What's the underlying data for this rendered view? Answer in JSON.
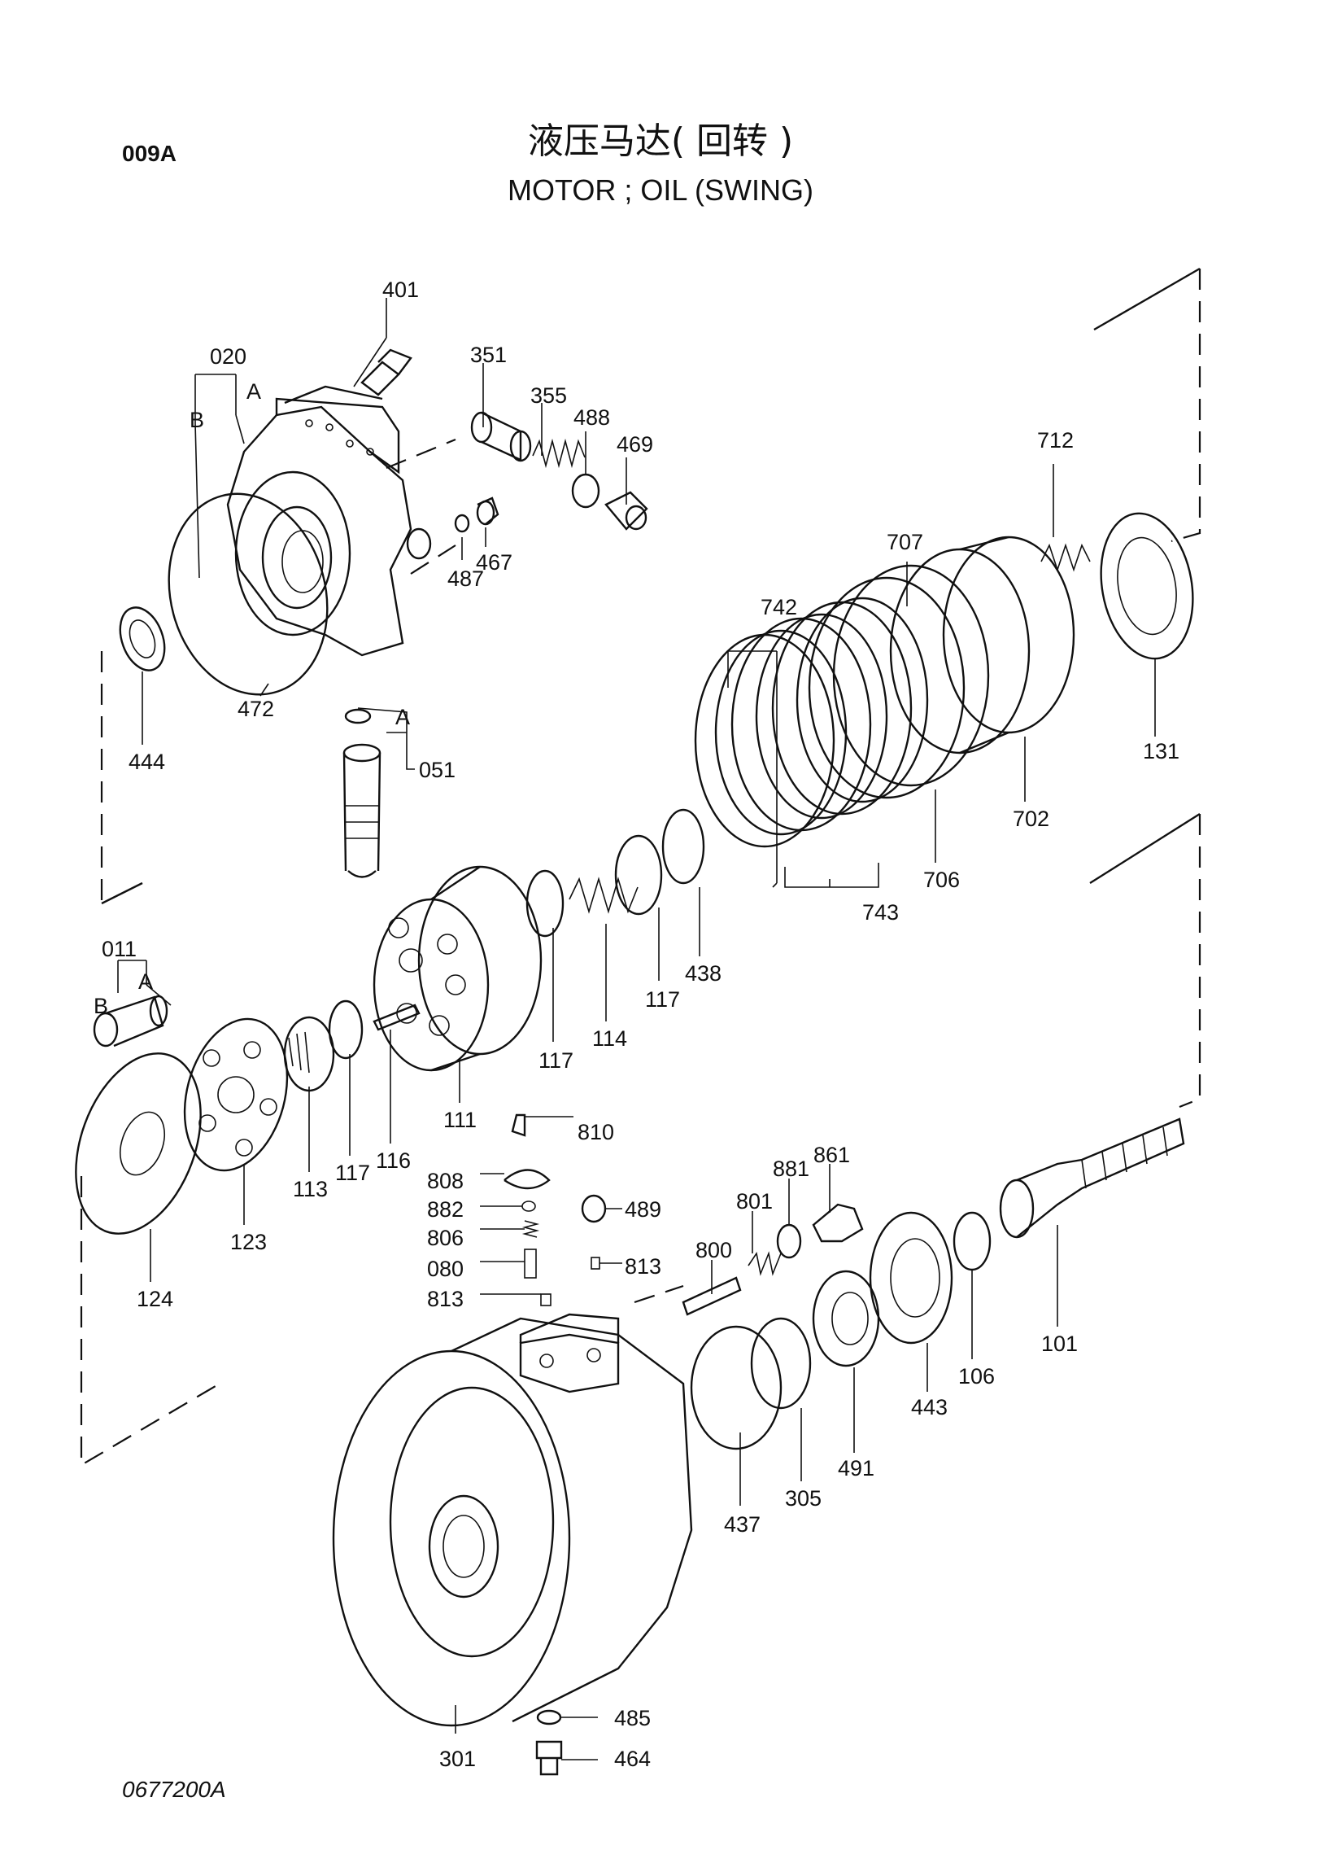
{
  "header": {
    "code": "009A",
    "title_cn": "液压马达( 回转 )",
    "title_en": "MOTOR ; OIL (SWING)"
  },
  "footer": {
    "drawing_no": "0677200A"
  },
  "parts": [
    {
      "ref": "401"
    },
    {
      "ref": "351"
    },
    {
      "ref": "355"
    },
    {
      "ref": "488"
    },
    {
      "ref": "469"
    },
    {
      "ref": "020"
    },
    {
      "ref": "A"
    },
    {
      "ref": "B"
    },
    {
      "ref": "487"
    },
    {
      "ref": "467"
    },
    {
      "ref": "472"
    },
    {
      "ref": "444"
    },
    {
      "ref": "051"
    },
    {
      "ref": "712"
    },
    {
      "ref": "707"
    },
    {
      "ref": "742"
    },
    {
      "ref": "131"
    },
    {
      "ref": "702"
    },
    {
      "ref": "706"
    },
    {
      "ref": "743"
    },
    {
      "ref": "438"
    },
    {
      "ref": "117"
    },
    {
      "ref": "114"
    },
    {
      "ref": "111"
    },
    {
      "ref": "116"
    },
    {
      "ref": "113"
    },
    {
      "ref": "123"
    },
    {
      "ref": "124"
    },
    {
      "ref": "011"
    },
    {
      "ref": "810"
    },
    {
      "ref": "808"
    },
    {
      "ref": "882"
    },
    {
      "ref": "806"
    },
    {
      "ref": "080"
    },
    {
      "ref": "813"
    },
    {
      "ref": "489"
    },
    {
      "ref": "800"
    },
    {
      "ref": "801"
    },
    {
      "ref": "881"
    },
    {
      "ref": "861"
    },
    {
      "ref": "443"
    },
    {
      "ref": "106"
    },
    {
      "ref": "101"
    },
    {
      "ref": "491"
    },
    {
      "ref": "305"
    },
    {
      "ref": "437"
    },
    {
      "ref": "485"
    },
    {
      "ref": "464"
    },
    {
      "ref": "301"
    }
  ]
}
